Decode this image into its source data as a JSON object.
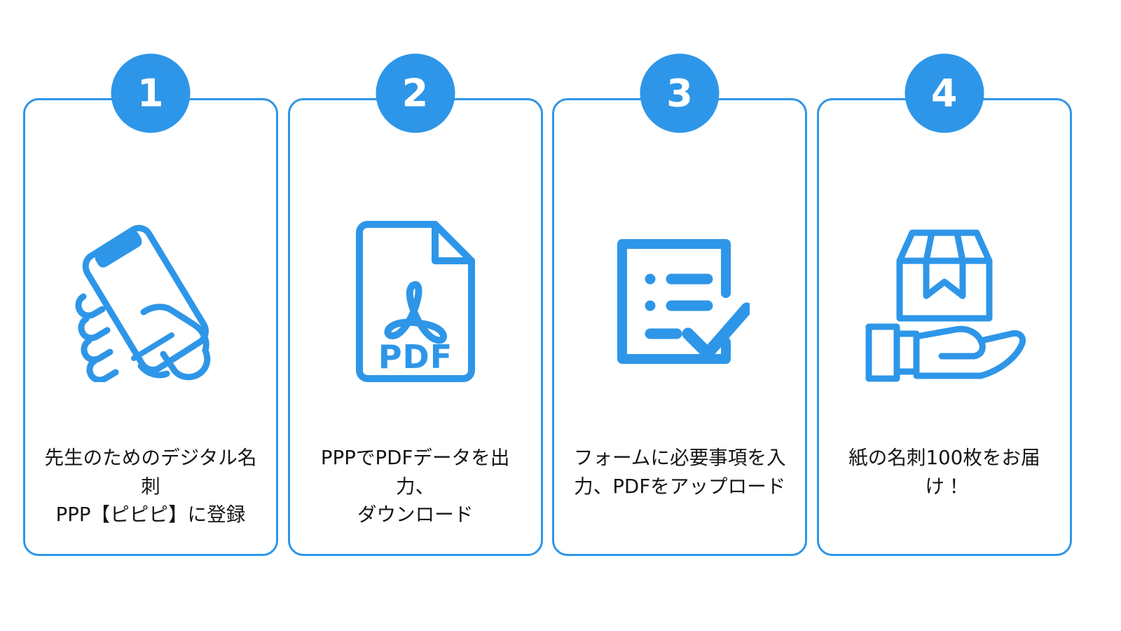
{
  "theme": {
    "accent": "#2e96e8",
    "background": "#ffffff",
    "text": "#141414",
    "badge_text": "#ffffff"
  },
  "diagram": {
    "type": "horizontal-step-process",
    "step_count": 4,
    "steps": [
      {
        "number": "1",
        "icon": "hand-holding-smartphone-icon",
        "caption": "先生のためのデジタル名刺\nPPP【ピピピ】に登録"
      },
      {
        "number": "2",
        "icon": "pdf-document-icon",
        "icon_label": "PDF",
        "caption": "PPPでPDFデータを出力、\nダウンロード"
      },
      {
        "number": "3",
        "icon": "form-checklist-check-icon",
        "caption": "フォームに必要事項を入\n力、PDFをアップロード"
      },
      {
        "number": "4",
        "icon": "hand-holding-package-box-icon",
        "caption": "紙の名刺100枚をお届け！"
      }
    ]
  }
}
